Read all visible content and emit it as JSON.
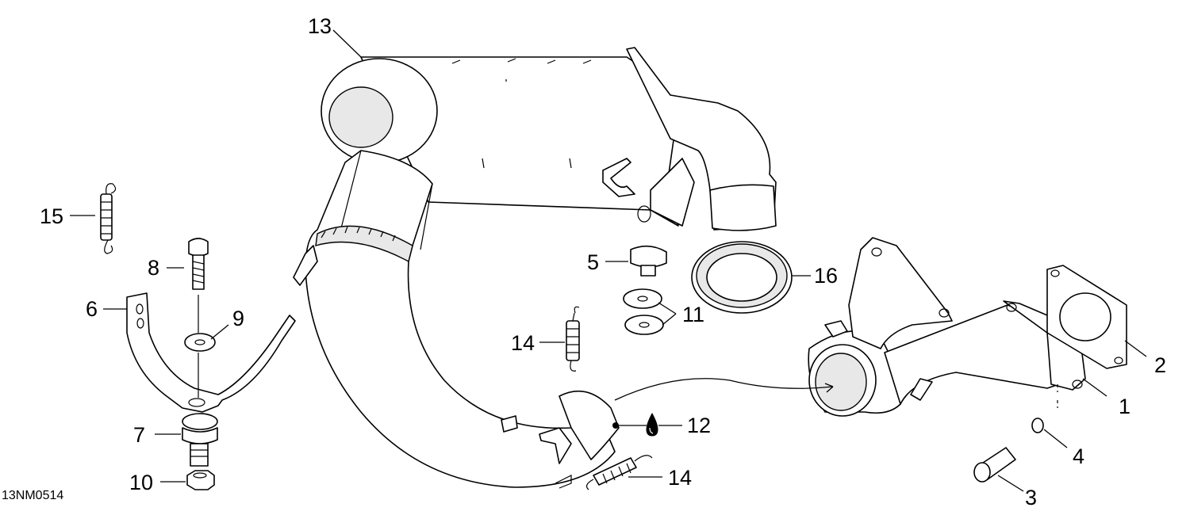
{
  "drawing_code": "13NM0514",
  "callouts": [
    {
      "id": "c1",
      "label": "1"
    },
    {
      "id": "c2",
      "label": "2"
    },
    {
      "id": "c3",
      "label": "3"
    },
    {
      "id": "c4",
      "label": "4"
    },
    {
      "id": "c5",
      "label": "5"
    },
    {
      "id": "c6",
      "label": "6"
    },
    {
      "id": "c7",
      "label": "7"
    },
    {
      "id": "c8",
      "label": "8"
    },
    {
      "id": "c9",
      "label": "9"
    },
    {
      "id": "c10",
      "label": "10"
    },
    {
      "id": "c11",
      "label": "11"
    },
    {
      "id": "c12",
      "label": "12"
    },
    {
      "id": "c13",
      "label": "13"
    },
    {
      "id": "c14a",
      "label": "14"
    },
    {
      "id": "c14b",
      "label": "14"
    },
    {
      "id": "c15",
      "label": "15"
    },
    {
      "id": "c16",
      "label": "16"
    }
  ],
  "colors": {
    "line": "#000000",
    "background": "#ffffff",
    "shade": "#e8e8e8"
  },
  "icons": {
    "lubricant": "oil-drop-icon"
  }
}
